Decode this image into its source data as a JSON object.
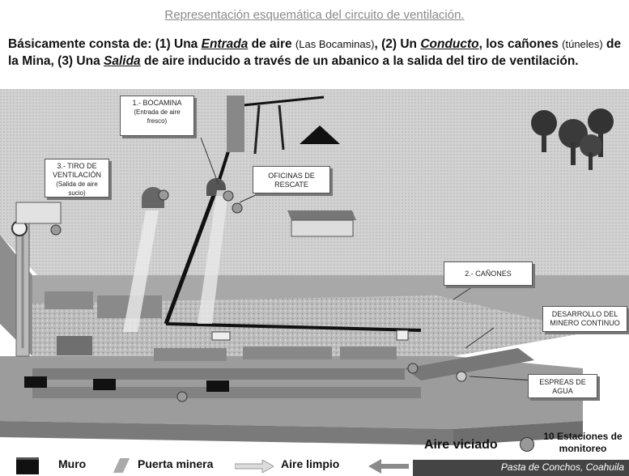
{
  "title": "Representación esquemática del circuito de ventilación.",
  "intro": {
    "p1": "Básicamente consta de: (1) Una ",
    "entrada": "Entrada",
    "p2": " de aire ",
    "bocaminas": "(Las Bocaminas)",
    "p3": ", (2) Un ",
    "conducto": "Conducto",
    "p4": ", los cañones ",
    "tuneles": "(túneles)",
    "p5": " de la Mina, (3) Una ",
    "salida": "Salida",
    "p6": " de aire inducido a través de un abanico a la salida del tiro de ventilación."
  },
  "callouts": {
    "bocamina_title": "1.- BOCAMINA",
    "bocamina_sub": "(Entrada de aire fresco)",
    "tiro_title": "3.- TIRO DE VENTILACIÓN",
    "tiro_sub": "(Salida de aire sucio)",
    "oficinas": "OFICINAS DE RESCATE",
    "canones": "2.- CAÑONES",
    "desarrollo": "DESARROLLO DEL MINERO CONTINUO",
    "espreas": "ESPREAS DE AGUA"
  },
  "legend": {
    "muro": "Muro",
    "puerta": "Puerta minera",
    "aire_limpio": "Aire limpio",
    "aire_viciado": "Aire viciado",
    "estaciones": "10 Estaciones de monitoreo"
  },
  "footer": "Pasta de Conchos, Coahuila",
  "colors": {
    "surface": "#c8c8c8",
    "wall": "#9a9a9a",
    "tunnel": "#7f7f7f",
    "dark": "#111111"
  }
}
